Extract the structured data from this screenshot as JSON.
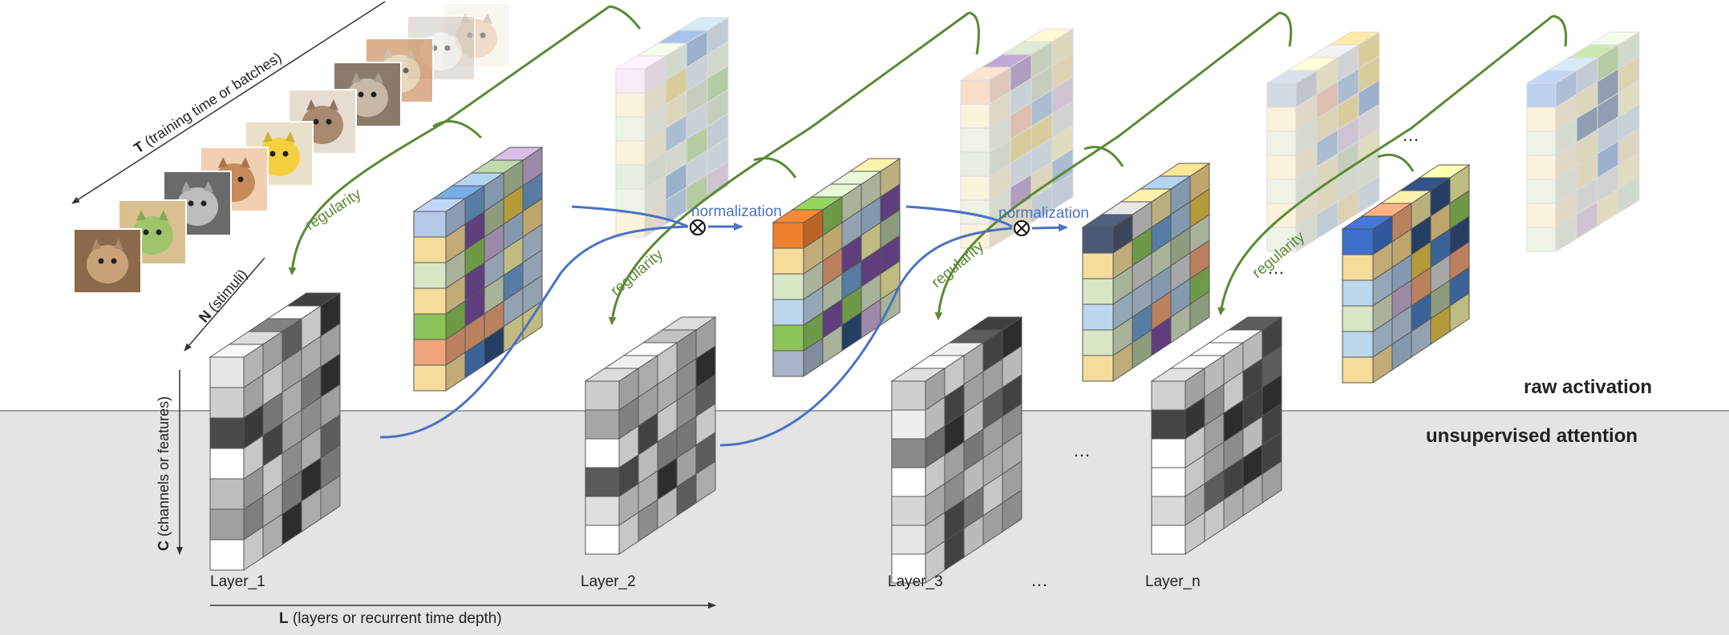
{
  "labels": {
    "raw_activation": "raw activation",
    "unsupervised_attention": "unsupervised attention",
    "axis_T_letter": "T",
    "axis_T_text": " (training time or batches)",
    "axis_N_letter": "N",
    "axis_N_text": " (stimuli)",
    "axis_C_letter": "C",
    "axis_C_text": " (channels or features)",
    "axis_L_letter": "L",
    "axis_L_text": " (layers or recurrent time depth)",
    "layer_1": "Layer_1",
    "layer_2": "Layer_2",
    "layer_3": "Layer_3",
    "layer_n": "Layer_n",
    "normalization_1": "normalization",
    "normalization_2": "normalization",
    "regularity_1": "regularity",
    "regularity_2": "regularity",
    "regularity_3": "regularity",
    "regularity_4": "regularity",
    "ellipsis_bottom_1": "…",
    "ellipsis_bottom_2": "…",
    "ellipsis_mid": "…",
    "ellipsis_top": "…"
  },
  "colors": {
    "region_bottom": "#e4e4e4",
    "divider": "#888888",
    "arrow_green": "#5a8a33",
    "arrow_blue": "#4a72c4",
    "axis": "#333333"
  },
  "stimuli_images": [
    {
      "name": "cat-photo-1-icon"
    },
    {
      "name": "bulldog-photo-icon"
    },
    {
      "name": "husky-cat-photo-icon"
    },
    {
      "name": "puppy-photo-icon"
    },
    {
      "name": "sunflower-dog-photo-icon"
    },
    {
      "name": "grumpy-cat-photo-icon"
    },
    {
      "name": "kitten-photo-icon"
    },
    {
      "name": "corgi-photo-icon"
    },
    {
      "name": "white-cat-photo-icon"
    },
    {
      "name": "golden-dog-photo-icon"
    }
  ]
}
